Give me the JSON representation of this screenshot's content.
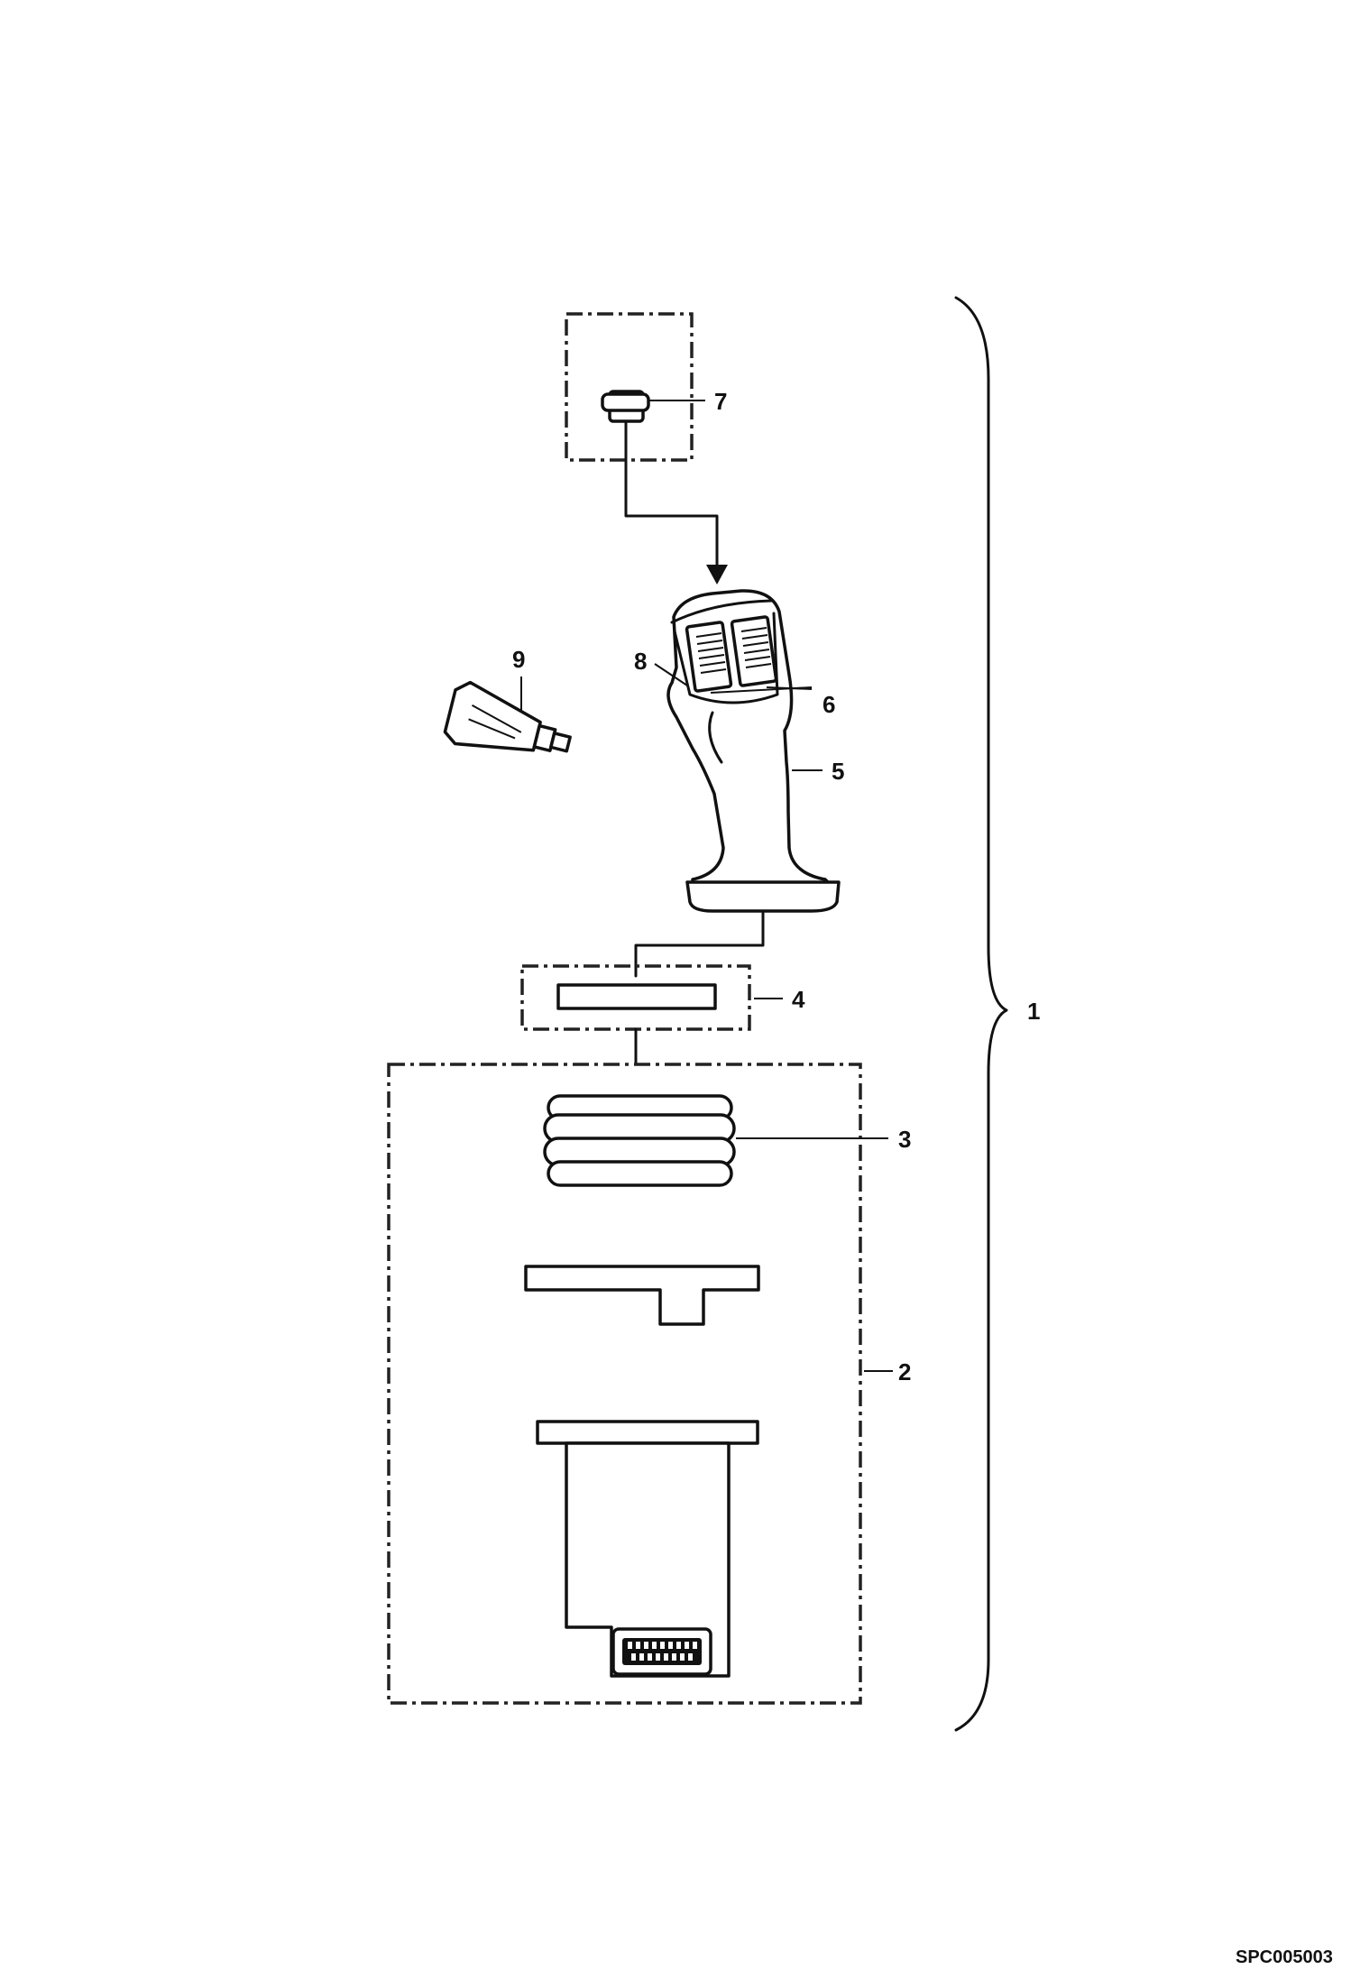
{
  "callouts": {
    "c1": "1",
    "c2": "2",
    "c3": "3",
    "c4": "4",
    "c5": "5",
    "c6": "6",
    "c7": "7",
    "c8": "8",
    "c9": "9"
  },
  "figure_code": "SPC005003"
}
